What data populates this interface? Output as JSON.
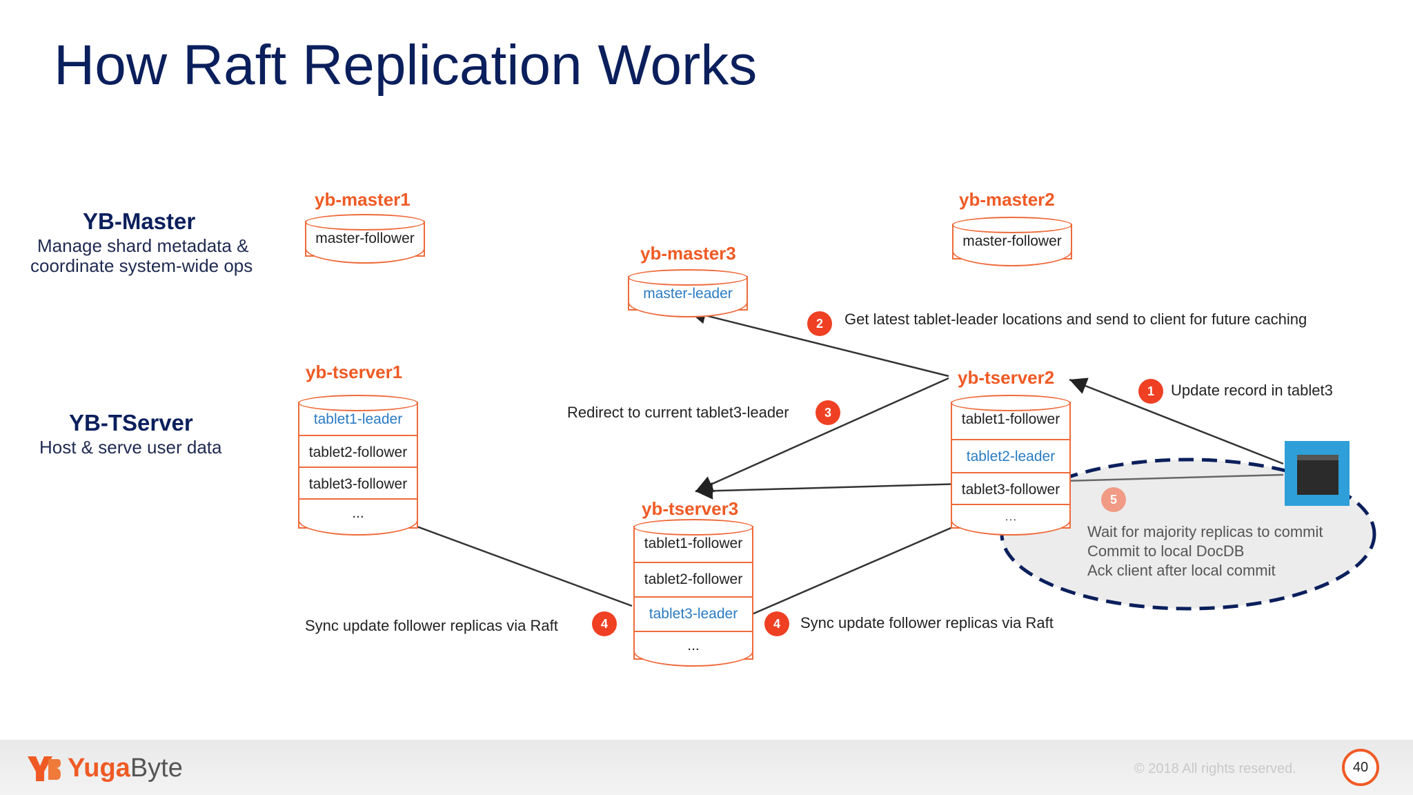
{
  "title": "How Raft Replication Works",
  "roles": {
    "master": {
      "title": "YB-Master",
      "desc1": "Manage shard metadata &",
      "desc2": "coordinate system-wide ops"
    },
    "tserver": {
      "title": "YB-TServer",
      "desc1": "Host & serve user data"
    }
  },
  "masters": [
    {
      "name": "yb-master1",
      "role": "master-follower"
    },
    {
      "name": "yb-master3",
      "role": "master-leader"
    },
    {
      "name": "yb-master2",
      "role": "master-follower"
    }
  ],
  "tservers": [
    {
      "name": "yb-tserver1",
      "rows": [
        "tablet1-leader",
        "tablet2-follower",
        "tablet3-follower",
        "..."
      ]
    },
    {
      "name": "yb-tserver2",
      "rows": [
        "tablet1-follower",
        "tablet2-leader",
        "tablet3-follower",
        "..."
      ]
    },
    {
      "name": "yb-tserver3",
      "rows": [
        "tablet1-follower",
        "tablet2-follower",
        "tablet3-leader",
        "..."
      ]
    }
  ],
  "steps": {
    "s1": {
      "num": "1",
      "text": "Update record in tablet3"
    },
    "s2": {
      "num": "2",
      "text": "Get latest tablet-leader locations and send to client for future caching"
    },
    "s3": {
      "num": "3",
      "text": "Redirect to current tablet3-leader"
    },
    "s4a": {
      "num": "4",
      "text": "Sync update follower replicas via Raft"
    },
    "s4b": {
      "num": "4",
      "text": "Sync update follower replicas via Raft"
    },
    "s5": {
      "num": "5",
      "lines": [
        "Wait for majority replicas to commit",
        "Commit to local DocDB",
        "Ack client after local commit"
      ]
    }
  },
  "footer": {
    "logo_part1": "Yuga",
    "logo_part2": "Byte",
    "copyright": "© 2018 All rights reserved.",
    "page": "40"
  },
  "colors": {
    "title": "#0b1f5c",
    "accent": "#ef5a24",
    "leader": "#2a7bc2",
    "dashed": "#0b1f5c"
  }
}
